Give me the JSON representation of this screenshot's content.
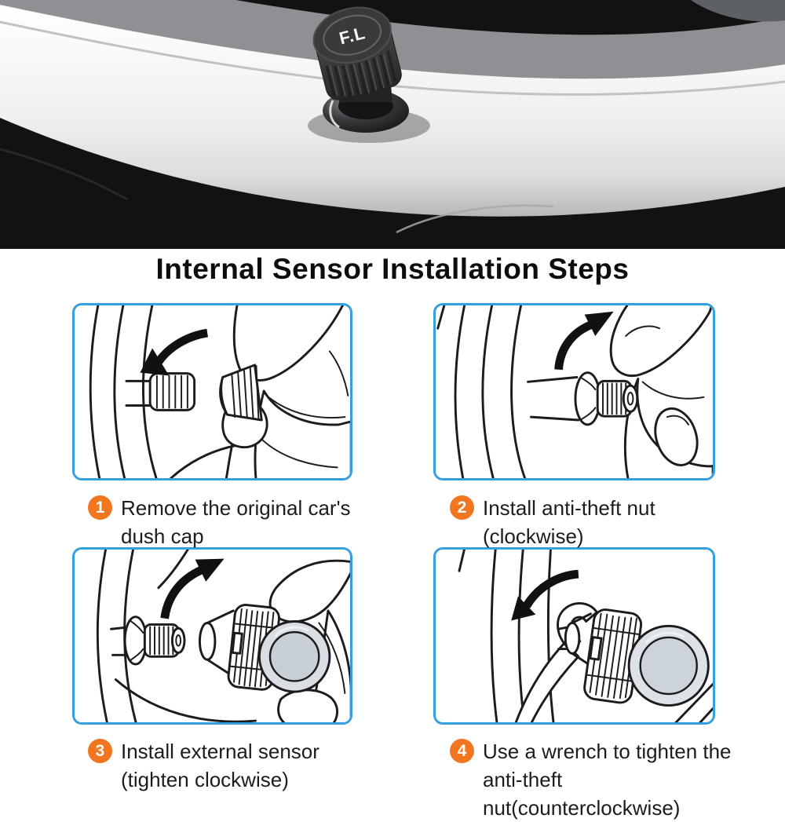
{
  "photo": {
    "description": "Close-up of TPMS sensor cap installed on wheel valve stem",
    "sensor_label": "F.L"
  },
  "title": "Internal Sensor Installation Steps",
  "steps": [
    {
      "number": "1",
      "line1": "Remove the original car's",
      "line2": "dush cap",
      "arrow_direction": "counterclockwise"
    },
    {
      "number": "2",
      "line1": "Install anti-theft nut",
      "line2": "(clockwise)",
      "arrow_direction": "clockwise"
    },
    {
      "number": "3",
      "line1": "Install external sensor",
      "line2": "(tighten clockwise)",
      "arrow_direction": "clockwise"
    },
    {
      "number": "4",
      "line1": "Use a wrench to tighten the",
      "line2": "anti-theft nut(counterclockwise)",
      "arrow_direction": "counterclockwise"
    }
  ],
  "colors": {
    "panel_border": "#35A0DF",
    "step_badge": "#F2751F",
    "title_text": "#0D0D0D",
    "caption_text": "#1C1C1C",
    "sensor_face_gray": "#D9DEE4"
  }
}
